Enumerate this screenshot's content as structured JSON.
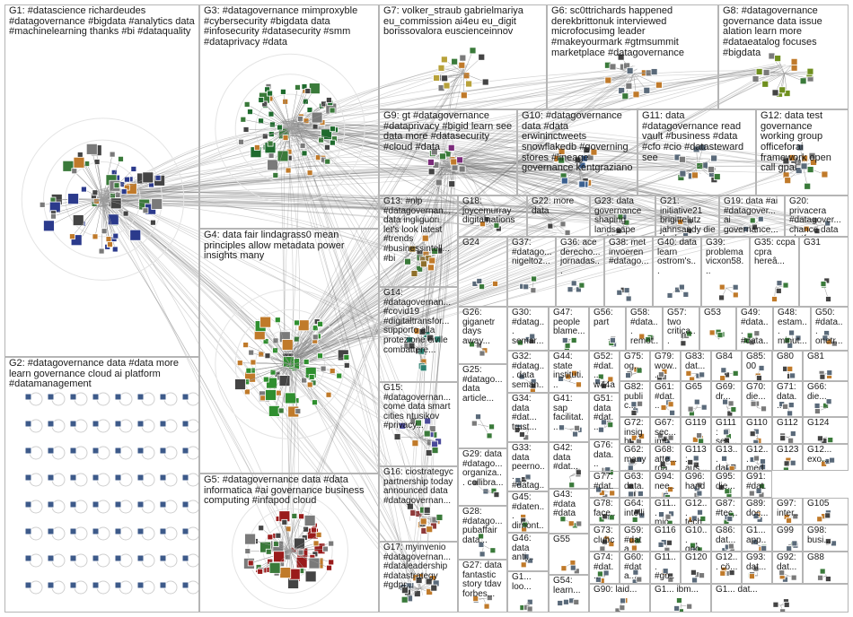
{
  "colors": {
    "edge": "#666666",
    "border": "#b5b5b5",
    "g1": "#2b3a8c",
    "g2": "#3d5a8a",
    "g3": "#1f6b2e",
    "g4": "#2f8f2f",
    "g5": "#9a1b1b",
    "g7": "#b8a23a",
    "g8": "#6f8f1e",
    "g9": "#7a2b7a",
    "g10": "#3a5f8f",
    "g13": "#8f6f2a",
    "g14": "#2a7f6f",
    "g15": "#4a4a9a",
    "g16": "#8f3a3a",
    "small": "#5a6a7a"
  },
  "groups": [
    {
      "id": "g1",
      "label": "G1: #datascience richardeudes #datagovernance #bigdata #analytics data #machinelearning thanks #bi #dataquality"
    },
    {
      "id": "g2",
      "label": "G2: #datagovernance data #data more learn governance cloud ai platform #datamanagement"
    },
    {
      "id": "g3",
      "label": "G3: #datagovernance mimproxyble #cybersecurity #bigdata data #infosecurity #datasecurity #smm #dataprivacy #data"
    },
    {
      "id": "g4",
      "label": "G4: data fair lindagrass0 mean principles allow metadata power insights many"
    },
    {
      "id": "g5",
      "label": "G5: #datagovernance data #data informatica #ai governance business computing #infapod cloud"
    },
    {
      "id": "g7",
      "label": "G7: volker_straub gabrielmariya eu_commission ai4eu eu_digit borissovalora euscienceinnov"
    },
    {
      "id": "g6",
      "label": "G6: sc0ttrichards happened derekbrittonuk interviewed microfocusimg leader #makeyourmark #gtmsummit marketplace #datagovernance"
    },
    {
      "id": "g8",
      "label": "G8: #datagovernance governance data issue alation learn more #dataeatalog focuses #bigdata"
    },
    {
      "id": "g9",
      "label": "G9: gt #datagovernance #dataprivacy #bigid learn see data more #datasecurity #cloud #data"
    },
    {
      "id": "g10",
      "label": "G10: #datagovernance data #data erwininctweets snowflakedb #governing stores #lineage governance kentgraziano"
    },
    {
      "id": "g11",
      "label": "G11: data #datagovernance read vault #business #data #cfo #cio #datasteward see"
    },
    {
      "id": "g12",
      "label": "G12: data test governance working group officeforai framework open call gpai"
    },
    {
      "id": "g13",
      "label": "G13: #nlp #datagovernan... data ingliguori let's look latest #trends #businessintell... #bi"
    },
    {
      "id": "g18",
      "label": "G18: joycemurray digitalnations"
    },
    {
      "id": "g22",
      "label": "G22: more data"
    },
    {
      "id": "g23",
      "label": "G23: data governance shaping landscape multi..."
    },
    {
      "id": "g21",
      "label": "G21: initiative21 brigittelutz jahnsandy die danke..."
    },
    {
      "id": "g19",
      "label": "G19: data #ai #datagover... ai governance..."
    },
    {
      "id": "g20",
      "label": "G20: privacera #datagover... chance data platform..."
    },
    {
      "id": "g14",
      "label": "G14: #datagovernan... #covid19 #digitaltransfor... supporto alla protezione civile combattere..."
    },
    {
      "id": "g24",
      "label": "G24"
    },
    {
      "id": "g37",
      "label": "G37: #datago... nigeltoz..."
    },
    {
      "id": "g36",
      "label": "G36: ace derecho... jornadas..."
    },
    {
      "id": "g38",
      "label": "G38: met invoeren #datago..."
    },
    {
      "id": "g40",
      "label": "G40: data learn ostrom's..."
    },
    {
      "id": "g39",
      "label": "G39: problema vicxon58..."
    },
    {
      "id": "g35",
      "label": "G35: ccpa cpra hereâ..."
    },
    {
      "id": "g31",
      "label": "G31"
    },
    {
      "id": "g26",
      "label": "G26: giganetr days away..."
    },
    {
      "id": "g30",
      "label": "G30: #datag... semar..."
    },
    {
      "id": "g47",
      "label": "G47: people blame..."
    },
    {
      "id": "g56",
      "label": "G56: part"
    },
    {
      "id": "g58",
      "label": "G58: #data... remot..."
    },
    {
      "id": "g57",
      "label": "G57: two critica..."
    },
    {
      "id": "g53",
      "label": "G53"
    },
    {
      "id": "g49",
      "label": "G49: #data... #data..."
    },
    {
      "id": "g48",
      "label": "G48: estam... minut..."
    },
    {
      "id": "g50",
      "label": "G50: #data... onetr..."
    },
    {
      "id": "g32",
      "label": "G32: #datag... data seman..."
    },
    {
      "id": "g44",
      "label": "G44: state instituti..."
    },
    {
      "id": "g52",
      "label": "G52: #dat... w44a..."
    },
    {
      "id": "g75",
      "label": "G75: og..."
    },
    {
      "id": "g79",
      "label": "G79: wow..."
    },
    {
      "id": "g83",
      "label": "G83: dat..."
    },
    {
      "id": "g84",
      "label": "G84"
    },
    {
      "id": "g85",
      "label": "G85: 00"
    },
    {
      "id": "g80",
      "label": "G80"
    },
    {
      "id": "g81",
      "label": "G81"
    },
    {
      "id": "g15",
      "label": "G15: #datagovernan... come data smart cities ntusikov #privacy..."
    },
    {
      "id": "g25",
      "label": "G25: #datago... data article..."
    },
    {
      "id": "g41",
      "label": "G41: sap facilitat..."
    },
    {
      "id": "g51",
      "label": "G51: data #dat..."
    },
    {
      "id": "g82",
      "label": "G82: public..."
    },
    {
      "id": "g61",
      "label": "G61: #dat..."
    },
    {
      "id": "g65",
      "label": "G65"
    },
    {
      "id": "g69",
      "label": "G69: dr..."
    },
    {
      "id": "g70",
      "label": "G70: die..."
    },
    {
      "id": "g71",
      "label": "G71: data..."
    },
    {
      "id": "g66",
      "label": "G66: die..."
    },
    {
      "id": "g34",
      "label": "G34: data #dat... trust..."
    },
    {
      "id": "g72",
      "label": "G72: insigh..."
    },
    {
      "id": "g67",
      "label": "G67: sec... imp..."
    },
    {
      "id": "g119",
      "label": "G119"
    },
    {
      "id": "g111",
      "label": "G111: ses..."
    },
    {
      "id": "g110",
      "label": "G110"
    },
    {
      "id": "g112",
      "label": "G112"
    },
    {
      "id": "g124",
      "label": "G124"
    },
    {
      "id": "g16",
      "label": "G16: ciostrategyc partnership today announced data #datagovernan..."
    },
    {
      "id": "g29",
      "label": "G29: data #datago... organiza... collibra..."
    },
    {
      "id": "g42",
      "label": "G42: data #dat..."
    },
    {
      "id": "g76",
      "label": "G76: data..."
    },
    {
      "id": "g62",
      "label": "G62: many..."
    },
    {
      "id": "g68",
      "label": "G68: atte... rda..."
    },
    {
      "id": "g113",
      "label": "G113: aus..."
    },
    {
      "id": "g13b",
      "label": "G13... dat..."
    },
    {
      "id": "g12b",
      "label": "G12... med..."
    },
    {
      "id": "g123",
      "label": "G123"
    },
    {
      "id": "g12c",
      "label": "G12... exo..."
    },
    {
      "id": "g33",
      "label": "G33: data peerno... #datag..."
    },
    {
      "id": "g77",
      "label": "G77: #dat..."
    },
    {
      "id": "g63",
      "label": "G63: data..."
    },
    {
      "id": "g94",
      "label": "G94: nee..."
    },
    {
      "id": "g96",
      "label": "G96: hand"
    },
    {
      "id": "g95",
      "label": "G95: die..."
    },
    {
      "id": "g91",
      "label": "G91: #dat..."
    },
    {
      "id": "g28",
      "label": "G28: #datago... pubaffair data..."
    },
    {
      "id": "g43",
      "label": "G43: #data #data"
    },
    {
      "id": "g78",
      "label": "G78: face..."
    },
    {
      "id": "g64",
      "label": "G64: intelli..."
    },
    {
      "id": "g11b",
      "label": "G11... mic..."
    },
    {
      "id": "g121",
      "label": "G12... tech..."
    },
    {
      "id": "g87",
      "label": "G87: #tec..."
    },
    {
      "id": "g89",
      "label": "G89: doc..."
    },
    {
      "id": "g97",
      "label": "G97: inter..."
    },
    {
      "id": "g105",
      "label": "G105"
    },
    {
      "id": "g45",
      "label": "G45: #daten... dimont..."
    },
    {
      "id": "g27",
      "label": "G27: data fantastic story tdav forbes..."
    },
    {
      "id": "g17",
      "label": "G17: myinvenio #datagovernan... #dataleadership #datastrategy #gdpr..."
    },
    {
      "id": "g55",
      "label": "G55"
    },
    {
      "id": "g73",
      "label": "G73: clubc..."
    },
    {
      "id": "g59",
      "label": "G59: #data..."
    },
    {
      "id": "g116",
      "label": "G116"
    },
    {
      "id": "g10b",
      "label": "G10... goo..."
    },
    {
      "id": "g86",
      "label": "G86: dat..."
    },
    {
      "id": "g1x",
      "label": "G1... app..."
    },
    {
      "id": "g99",
      "label": "G99"
    },
    {
      "id": "g98",
      "label": "G98: busi..."
    },
    {
      "id": "g46",
      "label": "G46: data anti..."
    },
    {
      "id": "g54",
      "label": "G54: learn..."
    },
    {
      "id": "g74",
      "label": "G74: #dat..."
    },
    {
      "id": "g60",
      "label": "G60: #data..."
    },
    {
      "id": "g11c",
      "label": "G11... #go..."
    },
    {
      "id": "g120",
      "label": "G120"
    },
    {
      "id": "g12d",
      "label": "G12... cö..."
    },
    {
      "id": "g93",
      "label": "G93: dat..."
    },
    {
      "id": "g92",
      "label": "G92: dat..."
    },
    {
      "id": "g88",
      "label": "G88"
    },
    {
      "id": "g1y",
      "label": "G1... loo..."
    },
    {
      "id": "g90",
      "label": "G90: laid..."
    },
    {
      "id": "g1z",
      "label": "G1... ibm..."
    },
    {
      "id": "g1w",
      "label": "G1... dat..."
    }
  ]
}
